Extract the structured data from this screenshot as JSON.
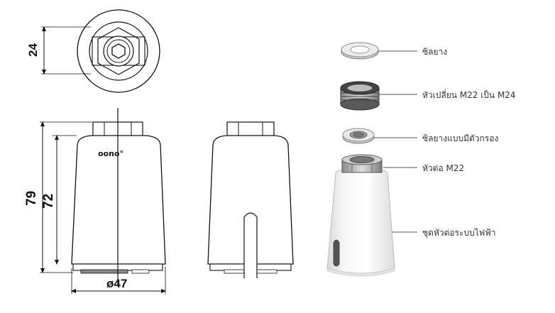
{
  "dimensions": {
    "top_view_width": "24",
    "height_total": "79",
    "height_body": "72",
    "diameter": "ø47"
  },
  "brand": "oono°",
  "parts": [
    {
      "label": "ซิลยาง"
    },
    {
      "label": "หัวเปลี่ยน M22 เป็น M24"
    },
    {
      "label": "ซิลยางแบบมีตัวกรอง"
    },
    {
      "label": "หัวต่อ M22"
    },
    {
      "label": "ชุดหัวต่อระบบไฟฟ้า"
    }
  ]
}
